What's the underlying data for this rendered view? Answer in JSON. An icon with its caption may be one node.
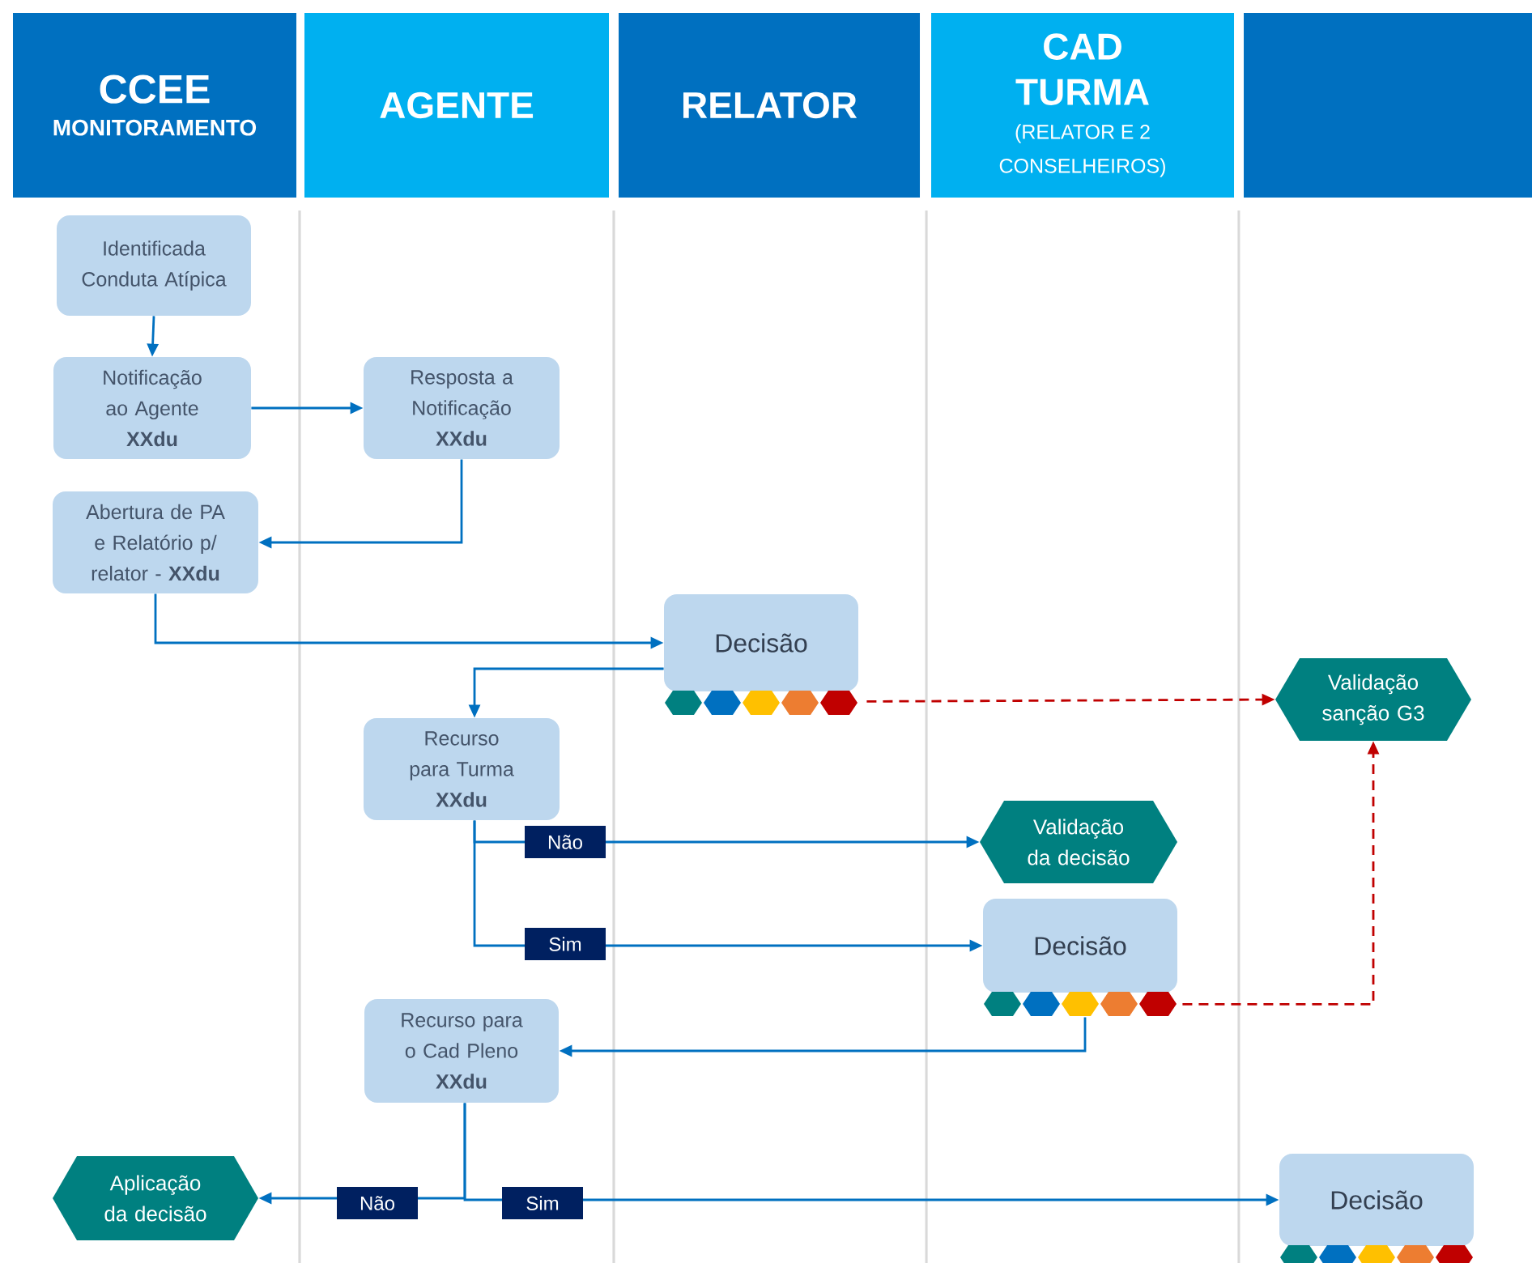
{
  "diagram": {
    "nodes": [
      {
        "text": [
          "CCEE",
          "MONITORAMENTO"
        ]
      },
      {
        "text": [
          "AGENTE"
        ]
      },
      {
        "text": [
          "RELATOR"
        ]
      },
      {
        "text": [
          "CAD TURMA",
          "(RELATOR E 2 CONSELHEIROS)"
        ]
      },
      {
        "text": [],
        "shape": "box"
      },
      {
        "text": [
          "Identificada Conduta Atípica"
        ]
      },
      {
        "text": [
          "Notificação ao Agente",
          "XXdu"
        ]
      },
      {
        "text": [
          "Resposta a Notificação",
          "XXdu"
        ]
      },
      {
        "text": [
          "Abertura de PA e Relatório p/ relator - **XXdu**"
        ]
      },
      {
        "text": [
          "Decisão"
        ]
      },
      {
        "text": [
          "Validação sanção G3"
        ]
      },
      {
        "text": [
          "Recurso para Turma",
          "XXdu"
        ]
      },
      {
        "text": [
          "Validação da decisão"
        ]
      },
      {
        "text": [
          "Decisão"
        ]
      },
      {
        "text": [
          "Recurso para o Cad Pleno",
          "XXdu"
        ]
      },
      {
        "text": [
          "Aplicação da decisão"
        ]
      },
      {
        "text": [
          "Decisão"
        ]
      }
    ],
    "edges": [
      {
        "from": 5,
        "to": 6,
        "arrow": "to"
      },
      {
        "from": 6,
        "to": 7,
        "arrow": "to"
      },
      {
        "from": 7,
        "to": 8,
        "arrow": "to"
      },
      {
        "from": 8,
        "to": 9,
        "arrow": "to"
      },
      {
        "from": 9,
        "to": 11,
        "arrow": "to"
      },
      {
        "from": 9,
        "to": 10,
        "arrow": "to",
        "style": "dashed",
        "color": "#c00000"
      },
      {
        "from": 11,
        "to": 12,
        "arrow": "to",
        "label": "Não"
      },
      {
        "from": 11,
        "to": 13,
        "arrow": "to",
        "label": "Sim"
      },
      {
        "from": 13,
        "to": 10,
        "arrow": "to",
        "style": "dashed",
        "color": "#c00000"
      },
      {
        "from": 13,
        "to": 14,
        "arrow": "to"
      },
      {
        "from": 14,
        "to": 15,
        "arrow": "to",
        "label": "Não"
      },
      {
        "from": 14,
        "to": 16,
        "arrow": "to",
        "label": "Sim"
      }
    ]
  }
}
